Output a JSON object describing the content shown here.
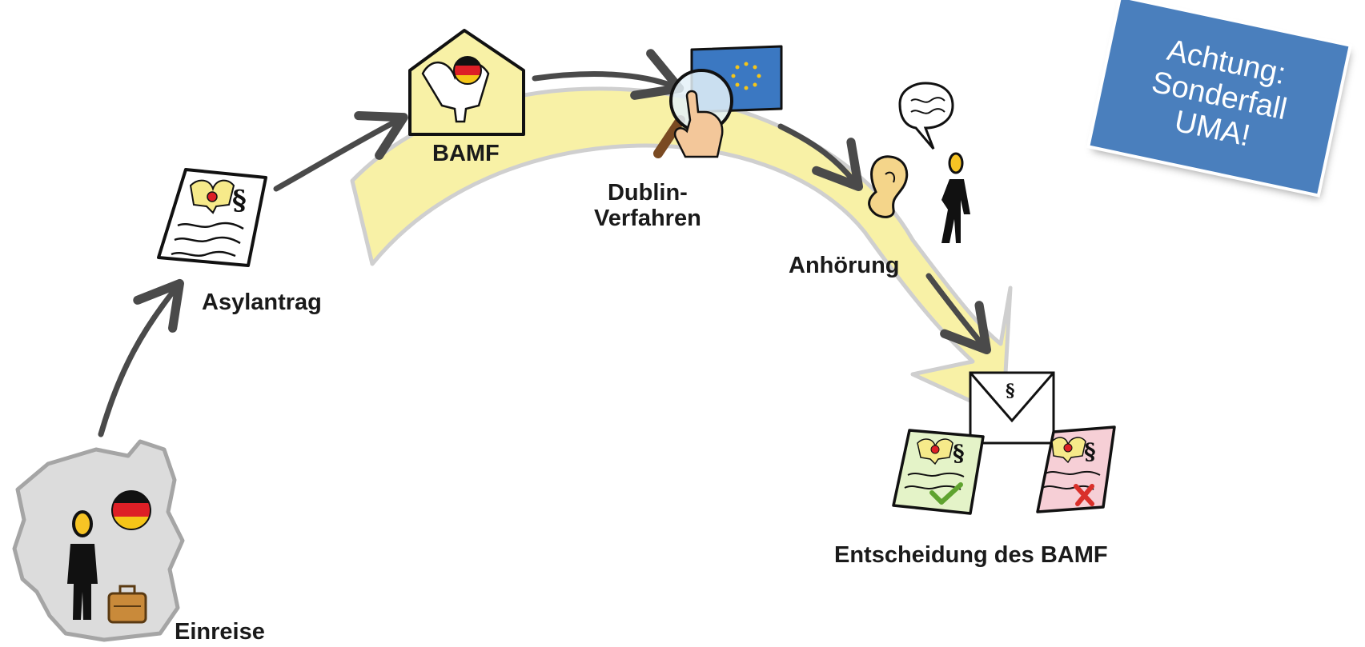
{
  "steps": {
    "einreise": "Einreise",
    "asylantrag": "Asylantrag",
    "bamf": "BAMF",
    "dublin_line1": "Dublin-",
    "dublin_line2": "Verfahren",
    "anhoerung": "Anhörung",
    "entscheidung": "Entscheidung des BAMF"
  },
  "note": {
    "line1": "Achtung:",
    "line2": "Sonderfall",
    "line3": "UMA!"
  },
  "document_symbol": "§",
  "colors": {
    "arc_fill": "#f8f1a6",
    "arrow": "#4a4a4a",
    "note_bg": "#4a7fbd",
    "germany_map": "#dcdcdc",
    "approved_doc": "#e4f3c8",
    "rejected_doc": "#f6cfd6",
    "eu_flag": "#3b78c2",
    "check": "#5fa32f",
    "cross": "#d9302a"
  }
}
